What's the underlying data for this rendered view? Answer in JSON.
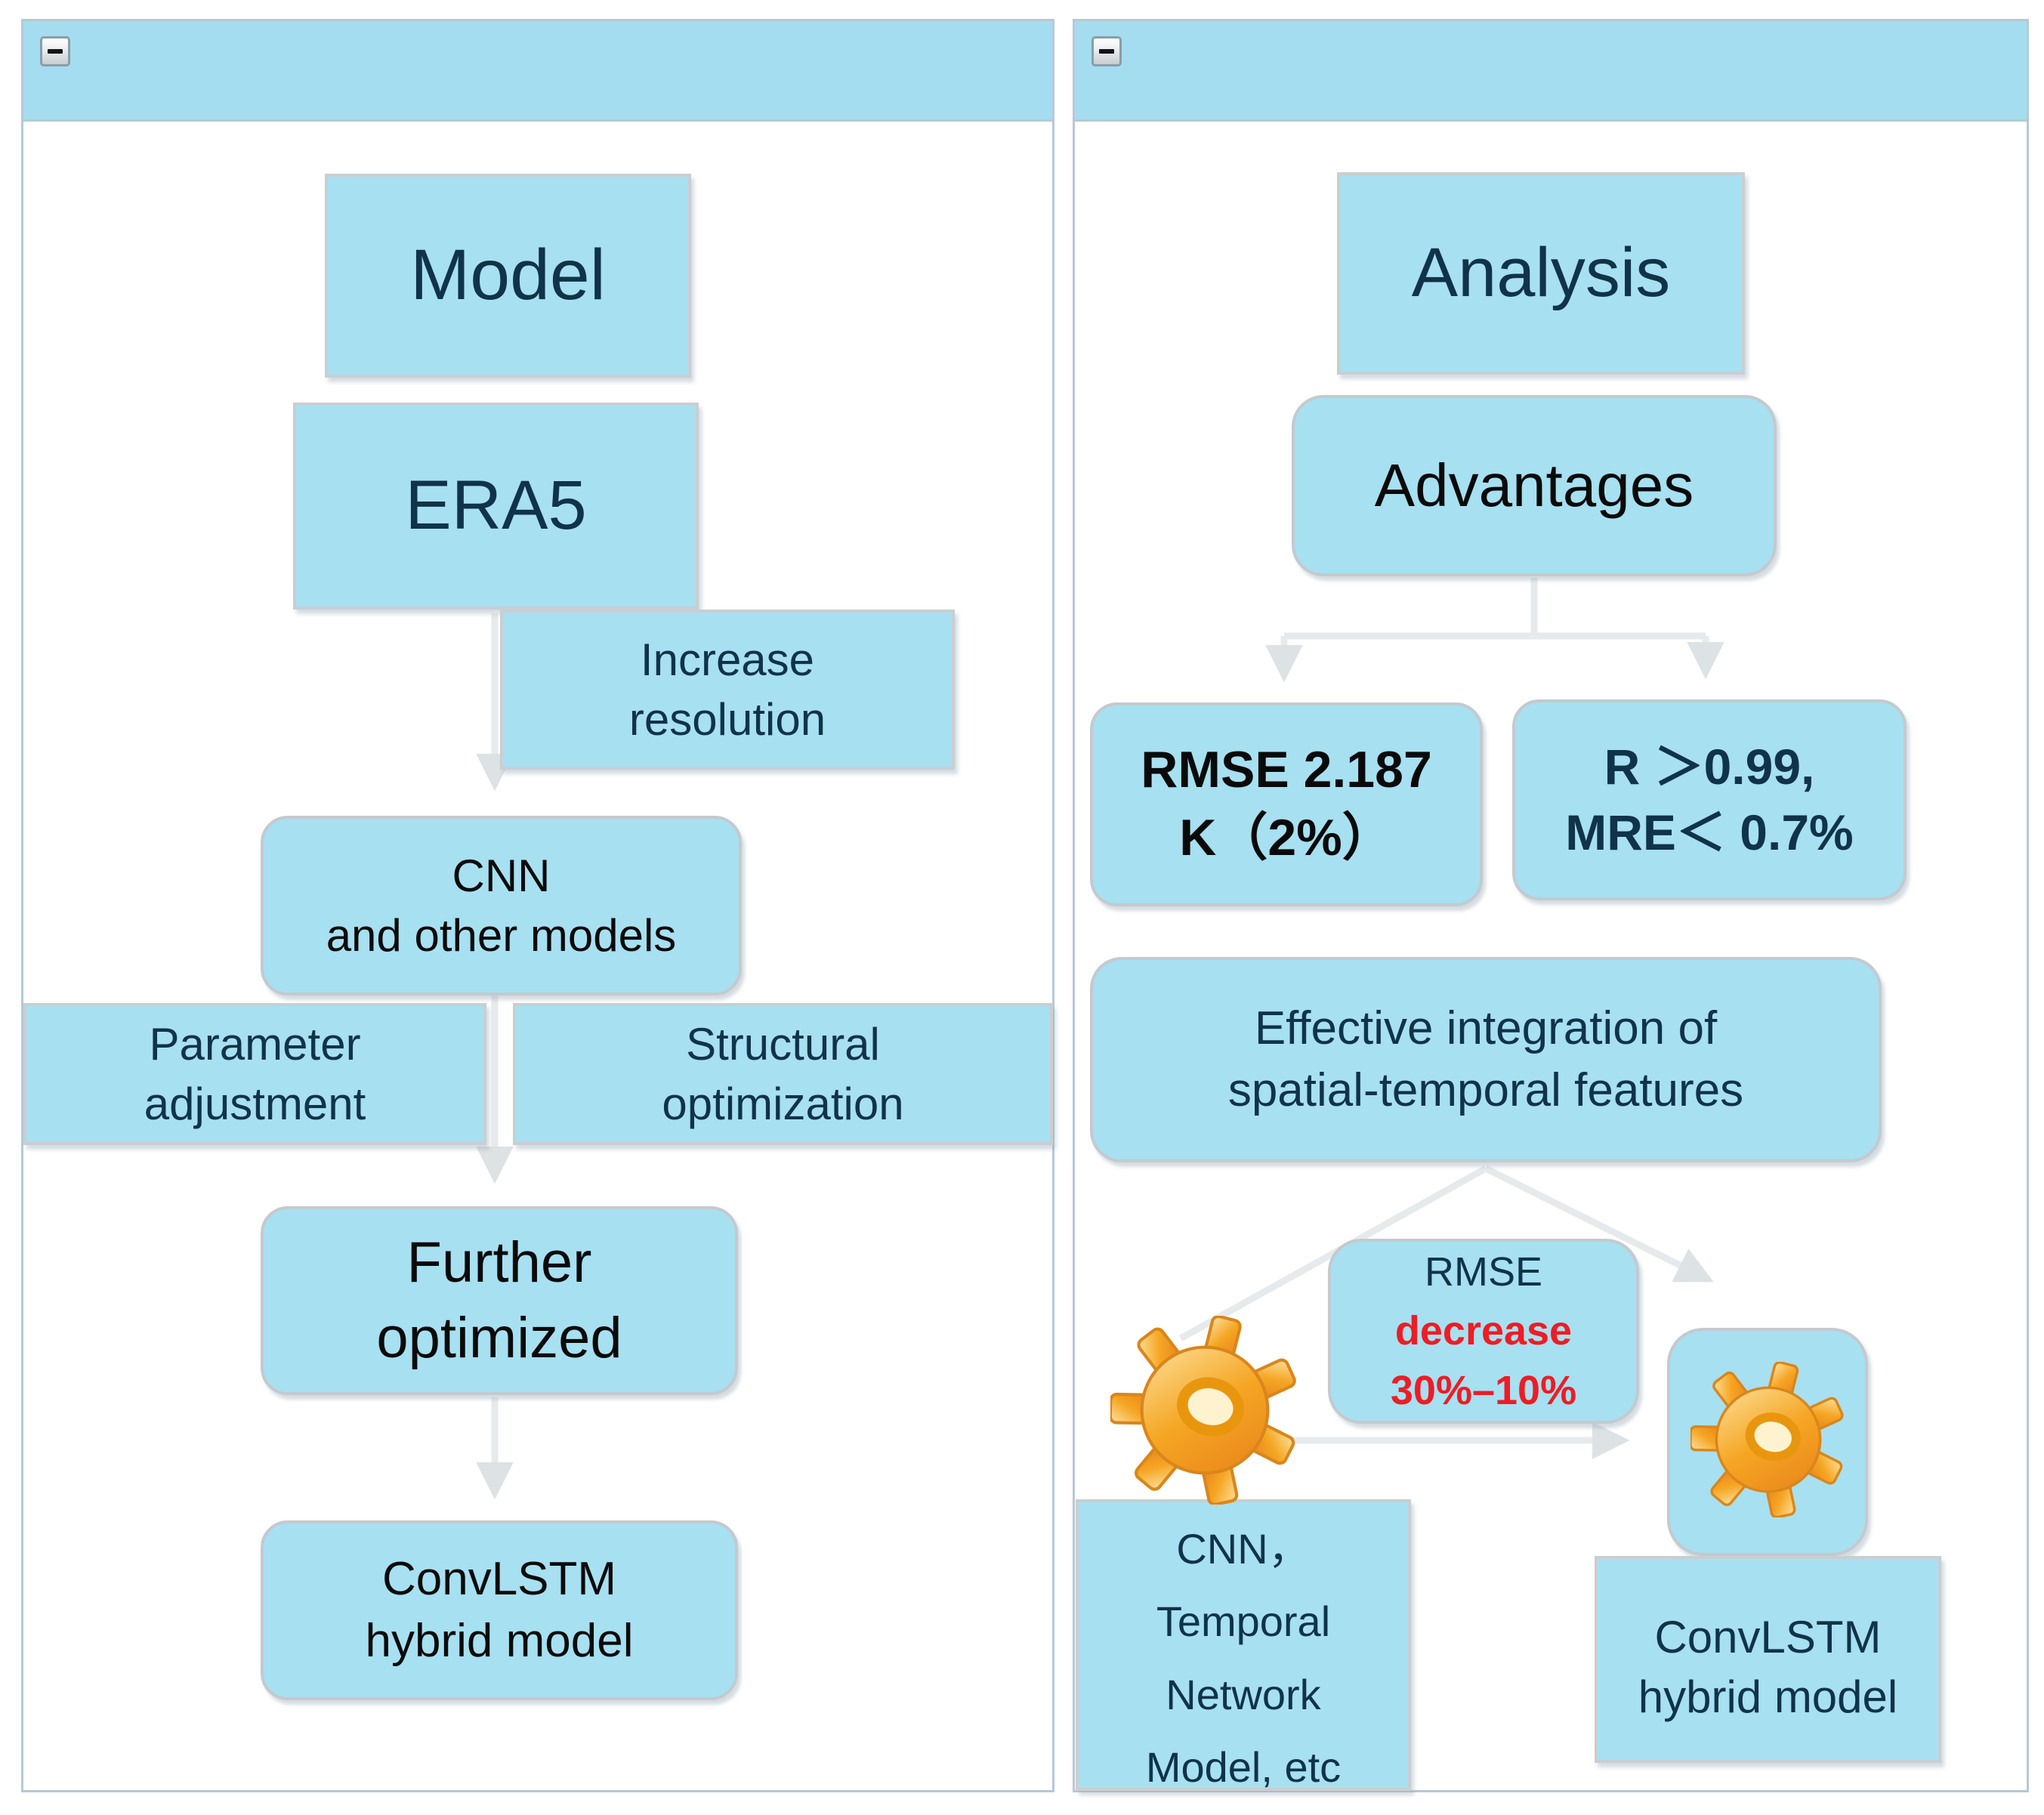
{
  "colors": {
    "header_fill": "#a4ddef",
    "panel_border": "#b6c9d6",
    "box_fill": "#a7e0f1",
    "box_border": "#c9ced3",
    "text_navy": "#103349",
    "text_black": "#0a0a0a",
    "text_red": "#ee1c24",
    "connector_gray": "#e7eaec",
    "gear_orange": "#f5a623"
  },
  "icons": {
    "collapse": "minus-icon",
    "gear": "gear-icon"
  },
  "panels": {
    "left": {
      "boxes": {
        "model": {
          "text": "Model"
        },
        "era5": {
          "text": "ERA5"
        },
        "increase_resolution": {
          "line1": "Increase",
          "line2": "resolution"
        },
        "cnn_other": {
          "line1": "CNN",
          "line2": "and other models"
        },
        "parameter": {
          "line1": "Parameter",
          "line2": "adjustment"
        },
        "structural": {
          "line1": "Structural",
          "line2": "optimization"
        },
        "further": {
          "line1": "Further",
          "line2": "optimized"
        },
        "convlstm": {
          "line1": "ConvLSTM",
          "line2": "hybrid model"
        }
      }
    },
    "right": {
      "boxes": {
        "analysis": {
          "text": "Analysis"
        },
        "advantages": {
          "text": "Advantages"
        },
        "rmse": {
          "line1": "RMSE 2.187",
          "line2": "K（2%）"
        },
        "r_mre": {
          "line1": "R ＞0.99,",
          "line2": "MRE＜ 0.7%"
        },
        "effective": {
          "line1": "Effective integration of",
          "line2": "spatial-temporal features"
        },
        "rmse_decrease": {
          "line1": "RMSE",
          "line2": "decrease",
          "line3": "30%–10%"
        },
        "cnn_temporal": {
          "line1": "CNN，",
          "line2": "Temporal",
          "line3": "Network",
          "line4": "Model, etc"
        },
        "convlstm_hybrid": {
          "line1": "ConvLSTM",
          "line2": "hybrid model"
        }
      }
    }
  }
}
